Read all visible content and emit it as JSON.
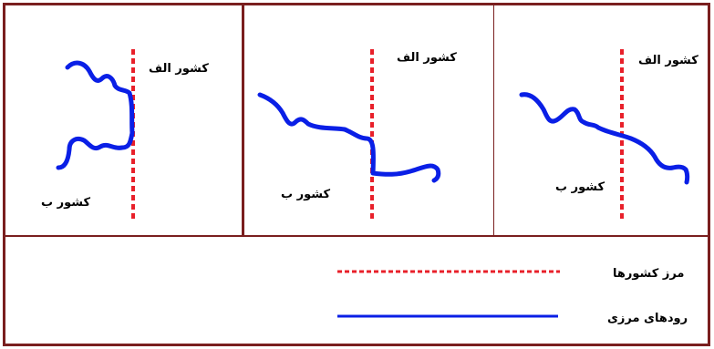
{
  "colors": {
    "border": "#7a1f1f",
    "country_border": "#e8202a",
    "river": "#0a1fe6"
  },
  "panels": [
    {
      "country_a": "کشور الف",
      "country_b": "کشور ب"
    },
    {
      "country_a": "کشور الف",
      "country_b": "کشور ب"
    },
    {
      "country_a": "کشور الف",
      "country_b": "کشور ب"
    }
  ],
  "legend": {
    "border_label": "مرز کشورها",
    "river_label": "رودهای مرزی"
  }
}
